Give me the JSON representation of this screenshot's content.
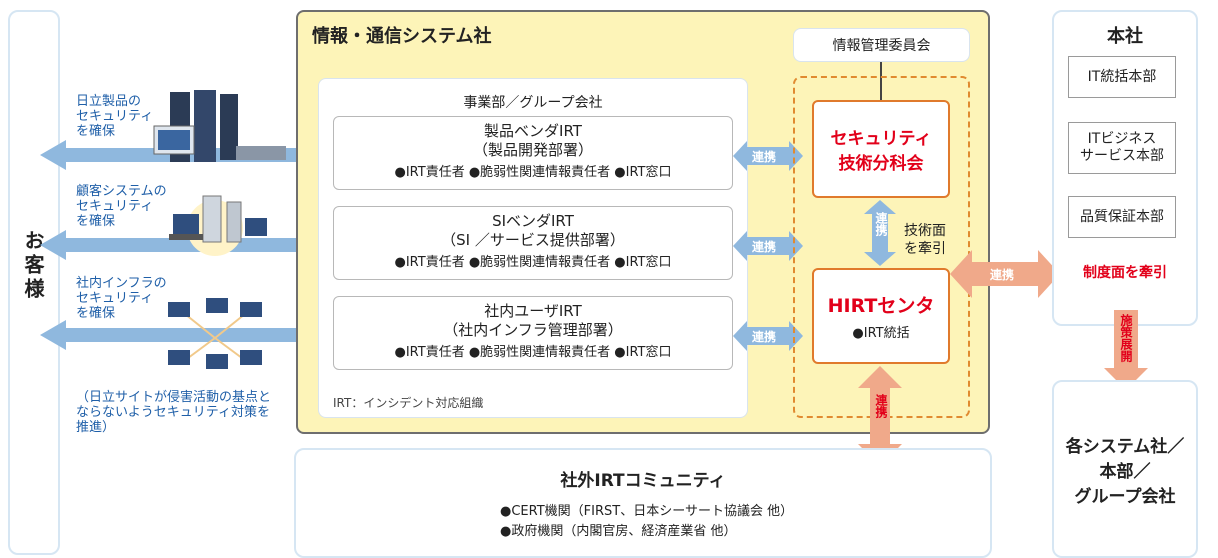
{
  "customer": {
    "label": "お客様"
  },
  "company": {
    "title": "情報・通信システム社"
  },
  "committee": {
    "label": "情報管理委員会"
  },
  "division_group": {
    "title": "事業部／グループ会社",
    "note": "IRT：インシデント対応組織",
    "irts": [
      {
        "title": "製品ベンダIRT",
        "sub": "（製品開発部署）",
        "roles": "●IRT責任者 ●脆弱性関連情報責任者 ●IRT窓口"
      },
      {
        "title": "SIベンダIRT",
        "sub": "（SI ／サービス提供部署）",
        "roles": "●IRT責任者 ●脆弱性関連情報責任者 ●IRT窓口"
      },
      {
        "title": "社内ユーザIRT",
        "sub": "（社内インフラ管理部署）",
        "roles": "●IRT責任者 ●脆弱性関連情報責任者 ●IRT窓口"
      }
    ]
  },
  "security_committee": {
    "line1": "セキュリティ",
    "line2": "技術分科会"
  },
  "hirt": {
    "title": "HIRTセンタ",
    "sub": "●IRT統括"
  },
  "tech_lead": {
    "line1": "技術面",
    "line2": "を牽引"
  },
  "link_label": "連携",
  "left_labels": [
    {
      "lines": [
        "日立製品の",
        "セキュリティ",
        "を確保"
      ]
    },
    {
      "lines": [
        "顧客システムの",
        "セキュリティ",
        "を確保"
      ]
    },
    {
      "lines": [
        "社内インフラの",
        "セキュリティ",
        "を確保"
      ]
    }
  ],
  "left_note": {
    "lines": [
      "（日立サイトが侵害活動の基点と",
      "ならないようセキュリティ対策を",
      "推進）"
    ]
  },
  "hq": {
    "title": "本社",
    "units": [
      "IT統括本部",
      "ITビジネス\nサービス本部",
      "品質保証本部"
    ],
    "lead": "制度面を牽引",
    "deploy": "施策展開"
  },
  "other_companies": {
    "lines": [
      "各システム社／",
      "本部／",
      "グループ会社"
    ]
  },
  "external": {
    "title": "社外IRTコミュニティ",
    "items": [
      "●CERT機関（FIRST、日本シーサート協議会 他）",
      "●政府機関（内閣官房、経済産業省 他）"
    ]
  },
  "colors": {
    "blue_arrow": "#8fb8de",
    "orange_arrow": "#f0a98a",
    "red_accent": "#e2001a",
    "yellow_bg": "#fdf4b8"
  }
}
